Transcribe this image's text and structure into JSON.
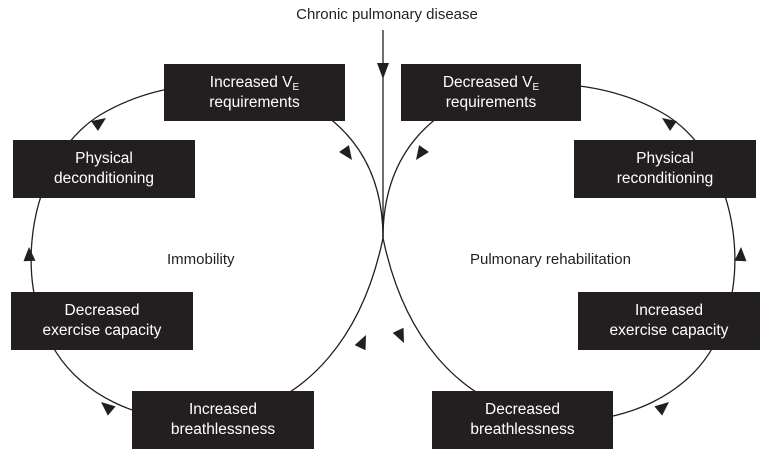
{
  "top_label": "Chronic pulmonary disease",
  "left_cycle": {
    "center_label": "Immobility",
    "boxes": {
      "requirements": {
        "line1_prefix": "Increased V",
        "line1_subscript": "E",
        "line2": "requirements"
      },
      "deconditioning": {
        "line1": "Physical",
        "line2": "deconditioning"
      },
      "exercise": {
        "line1": "Decreased",
        "line2": "exercise capacity"
      },
      "breathlessness": {
        "line1": "Increased",
        "line2": "breathlessness"
      }
    }
  },
  "right_cycle": {
    "center_label": "Pulmonary rehabilitation",
    "boxes": {
      "requirements": {
        "line1_prefix": "Decreased V",
        "line1_subscript": "E",
        "line2": "requirements"
      },
      "reconditioning": {
        "line1": "Physical",
        "line2": "reconditioning"
      },
      "exercise": {
        "line1": "Increased",
        "line2": "exercise capacity"
      },
      "breathlessness": {
        "line1": "Decreased",
        "line2": "breathlessness"
      }
    }
  },
  "colors": {
    "box_fill": "#231f20",
    "box_text": "#ffffff",
    "line": "#231f20",
    "background": "#ffffff"
  }
}
